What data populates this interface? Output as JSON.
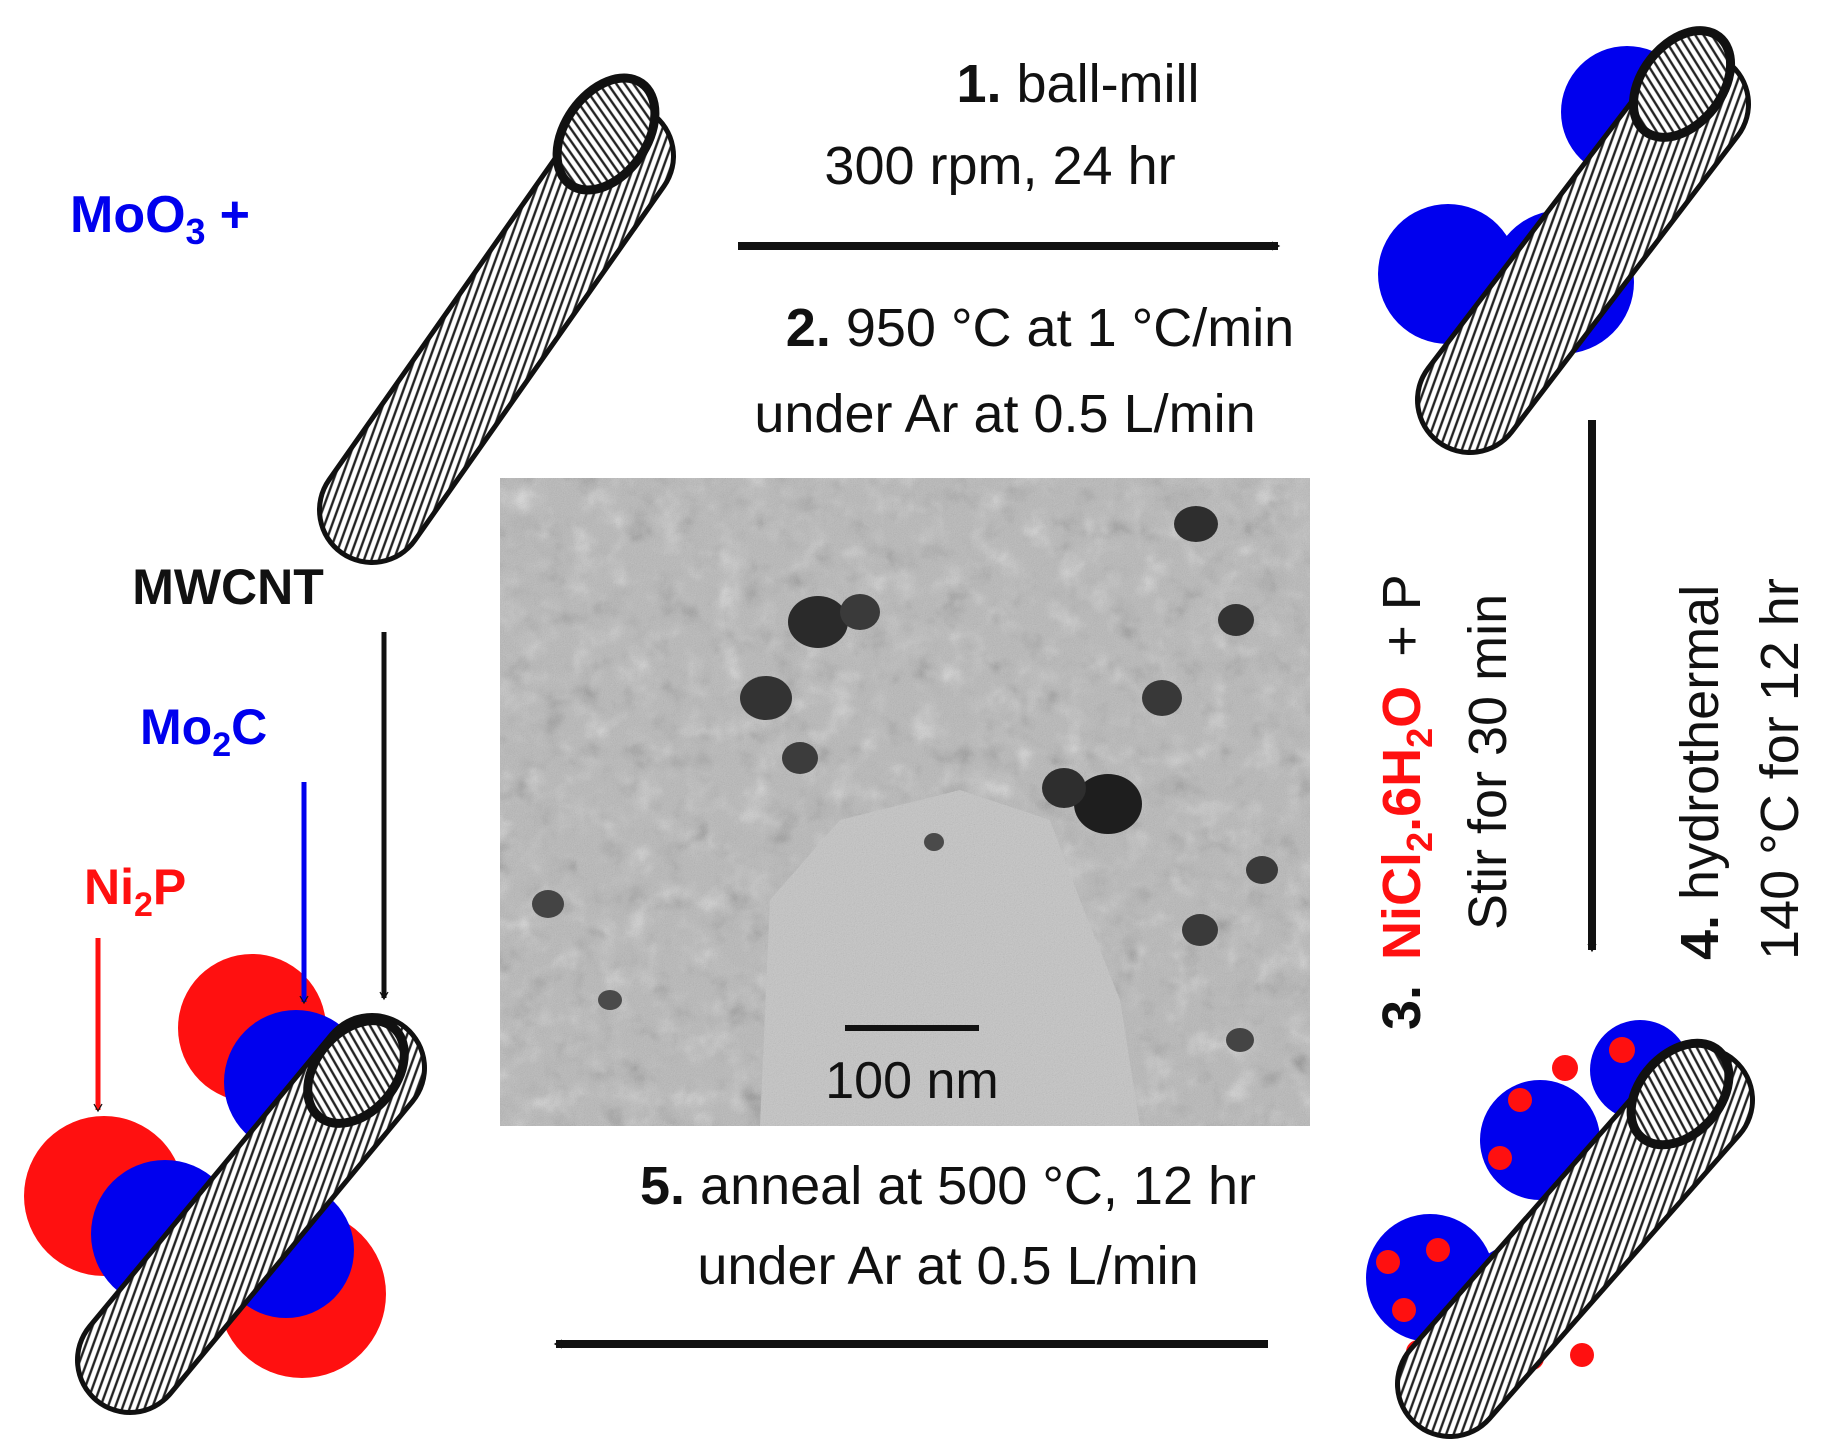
{
  "reagent": {
    "prefix": "MoO",
    "subscript": "3",
    "plus": "+"
  },
  "step1": {
    "num": "1.",
    "text": "ball-mill",
    "detail": "300 rpm, 24 hr"
  },
  "step2": {
    "num": "2.",
    "text": "950 °C at 1 °C/min",
    "detail": "under Ar at 0.5 L/min"
  },
  "step3": {
    "num": "3.",
    "red_a": "NiCl",
    "red_sub1": "2",
    "red_b": ".6H",
    "red_sub2": "2",
    "red_c": "O",
    "plus_p": "+ P",
    "detail": "Stir for 30 min"
  },
  "step4": {
    "num": "4.",
    "text": "hydrothermal",
    "detail": "140 °C for 12 hr"
  },
  "step5": {
    "num": "5.",
    "text": "anneal at 500 °C, 12 hr",
    "detail": "under Ar at 0.5 L/min"
  },
  "labels": {
    "mwcnt": "MWCNT",
    "mo2c_a": "Mo",
    "mo2c_sub": "2",
    "mo2c_b": "C",
    "ni2p_a": "Ni",
    "ni2p_sub": "2",
    "ni2p_b": "P"
  },
  "micrograph": {
    "scale_bar": "100 nm"
  },
  "colors": {
    "mo2c": "#0000ee",
    "ni2p": "#ff1010",
    "tube_outline": "#111111"
  }
}
